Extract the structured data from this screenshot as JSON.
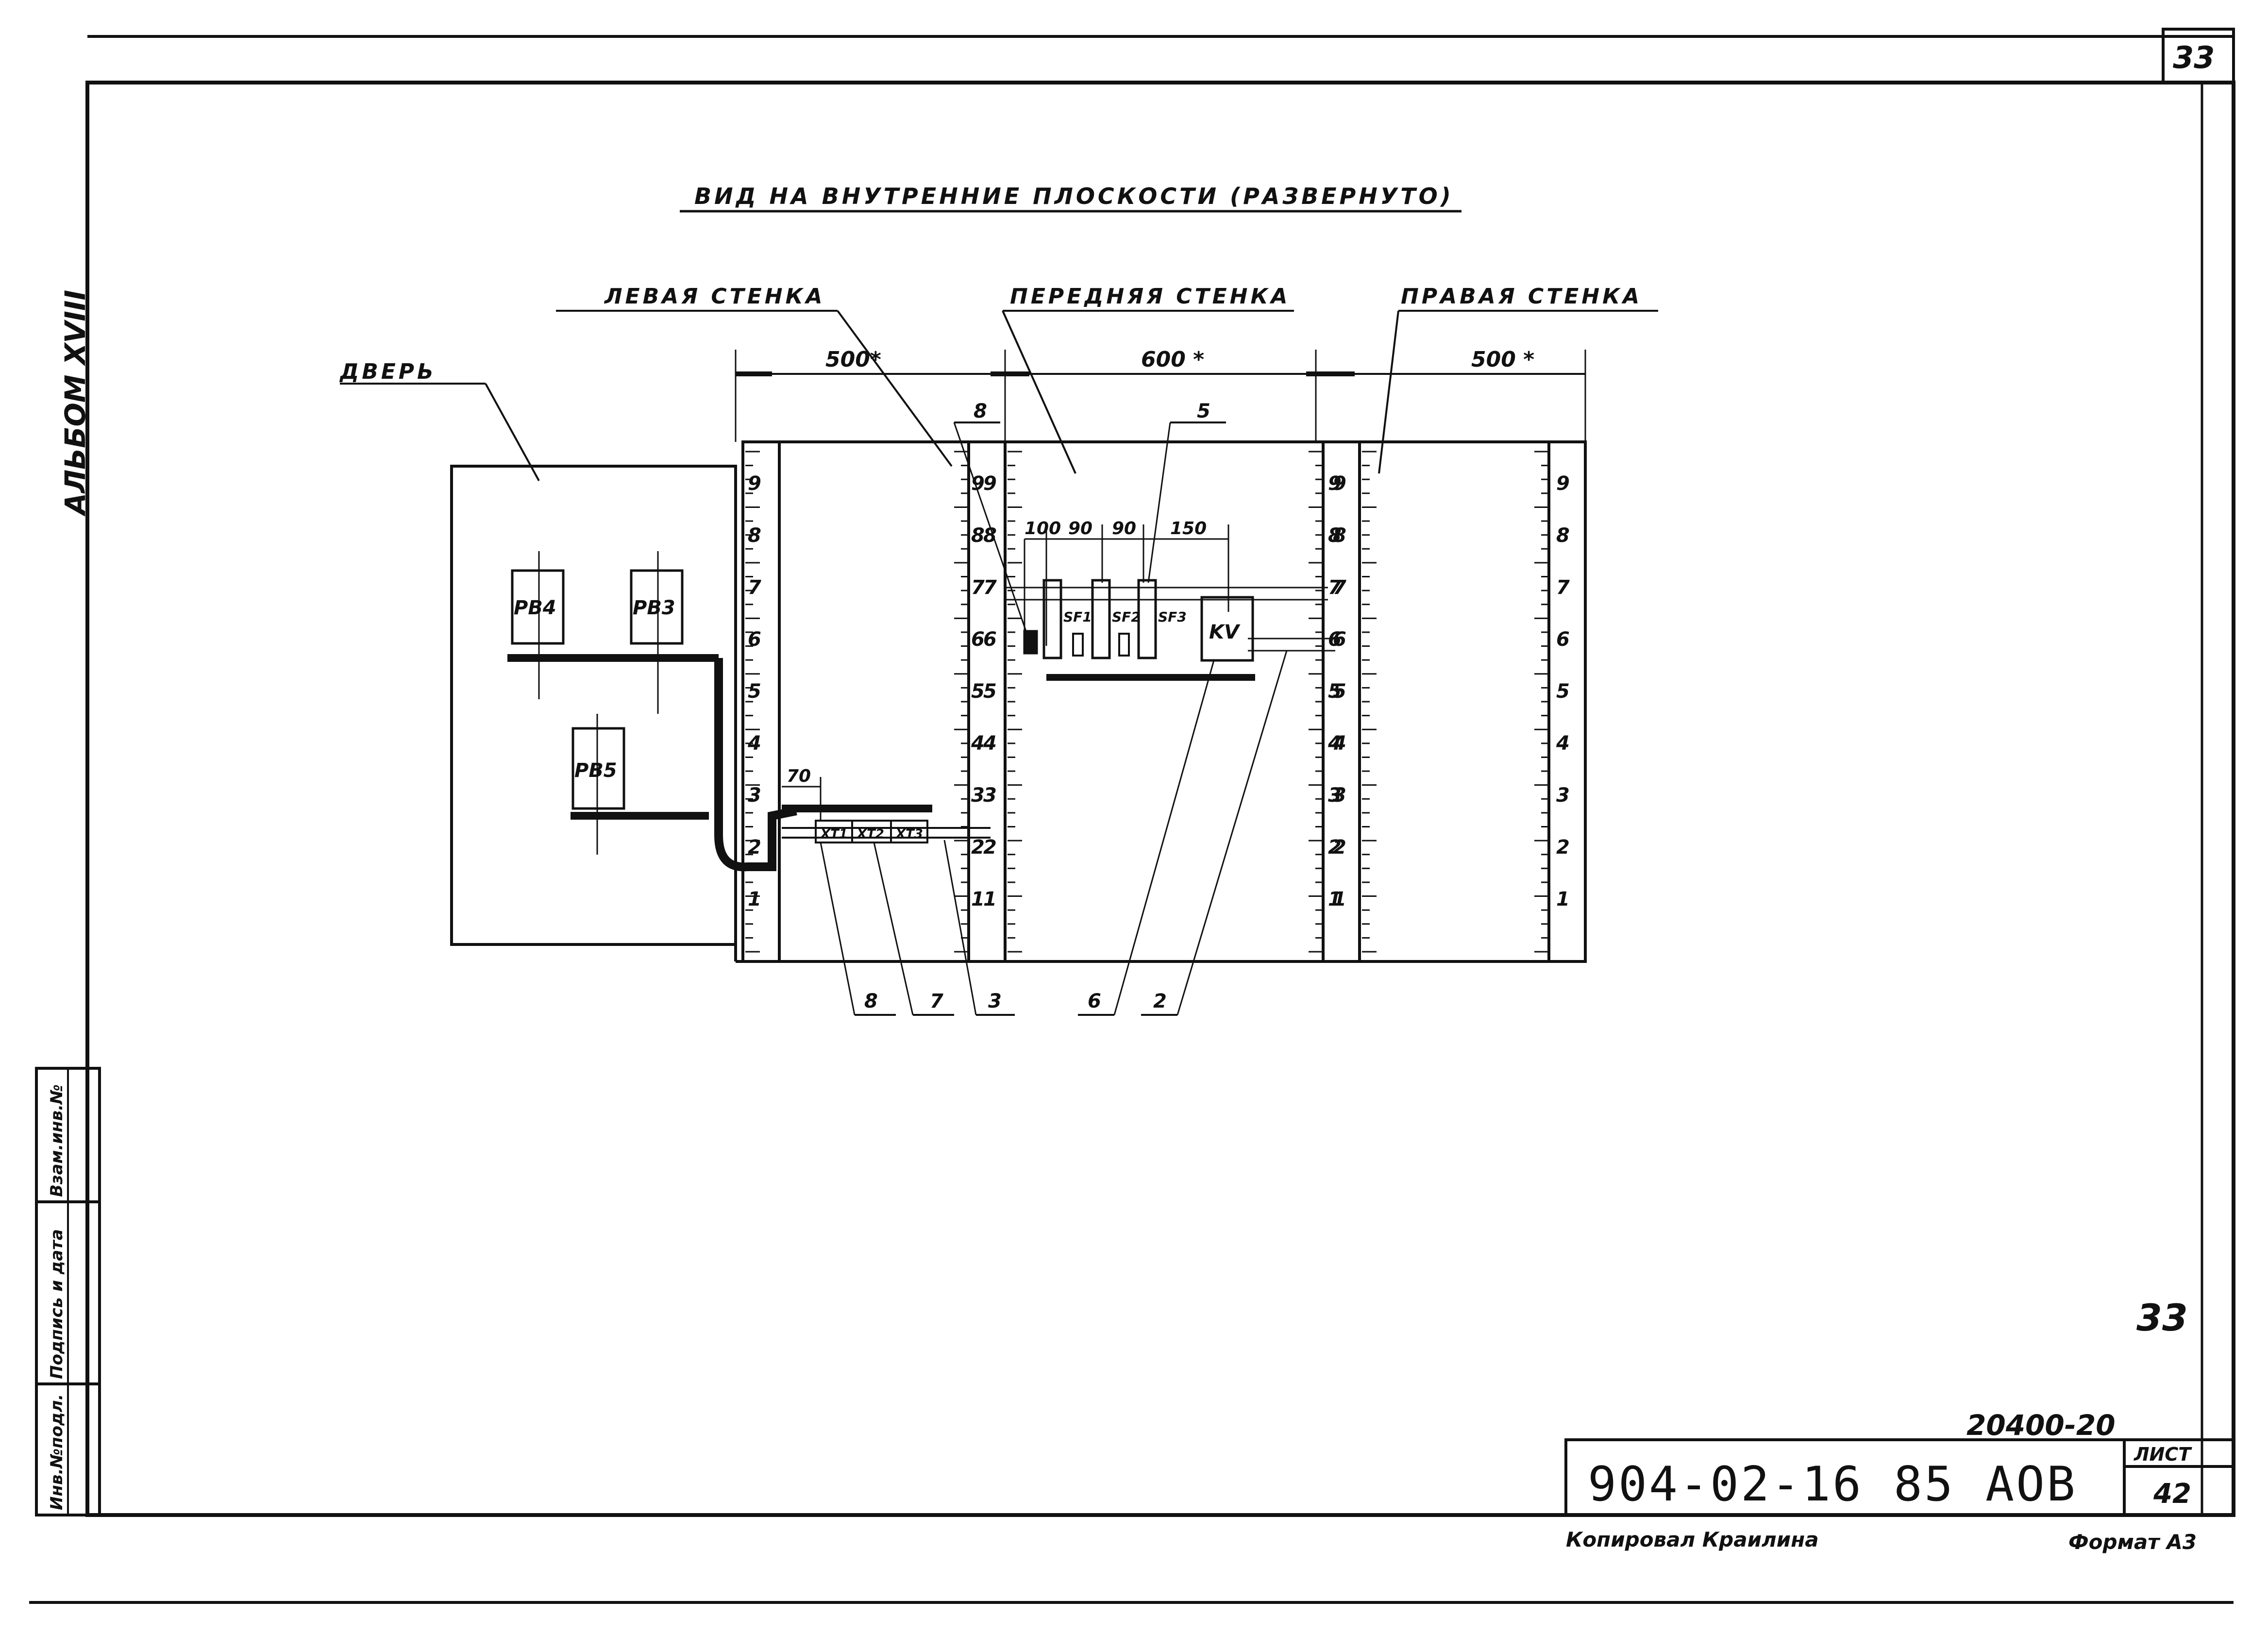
{
  "sheet": {
    "corner_number": "33",
    "album": "АЛЬБОМ XVIII",
    "handwritten_number": "33",
    "registration": "20400-20",
    "code": "904-02-16 85 АОВ",
    "sheet_label": "ЛИСТ",
    "sheet_number": "42",
    "copied_by": "Копировал  Краилина",
    "format": "Формат А3",
    "side_stamp": [
      "Инв.№подл.",
      "Подпись и дата",
      "Взам.инв.№"
    ]
  },
  "drawing": {
    "title": "ВИД НА ВНУТРЕННИЕ ПЛОСКОСТИ (РАЗВЕРНУТО)",
    "door_label": "ДВЕРЬ",
    "walls": {
      "left": "ЛЕВАЯ СТЕНКА",
      "front": "ПЕРЕДНЯЯ СТЕНКА",
      "right": "ПРАВАЯ СТЕНКА"
    },
    "widths": [
      "500*",
      "600 *",
      "500 *"
    ],
    "sub_dims": [
      "100",
      "90",
      "90",
      "150"
    ],
    "dim_70": "70",
    "rail_numbers": [
      "1",
      "2",
      "3",
      "4",
      "5",
      "6",
      "7",
      "8",
      "9"
    ],
    "door_devices": [
      "РВ4",
      "РВ3",
      "РВ5"
    ],
    "breakers": [
      "SF1",
      "SF2",
      "SF3"
    ],
    "relay": "KV",
    "terminals": [
      "ХТ1",
      "ХТ2",
      "ХТ3"
    ],
    "callouts_top": [
      "8",
      "5"
    ],
    "callouts_bottom": [
      "8",
      "7",
      "3",
      "6",
      "2"
    ]
  }
}
